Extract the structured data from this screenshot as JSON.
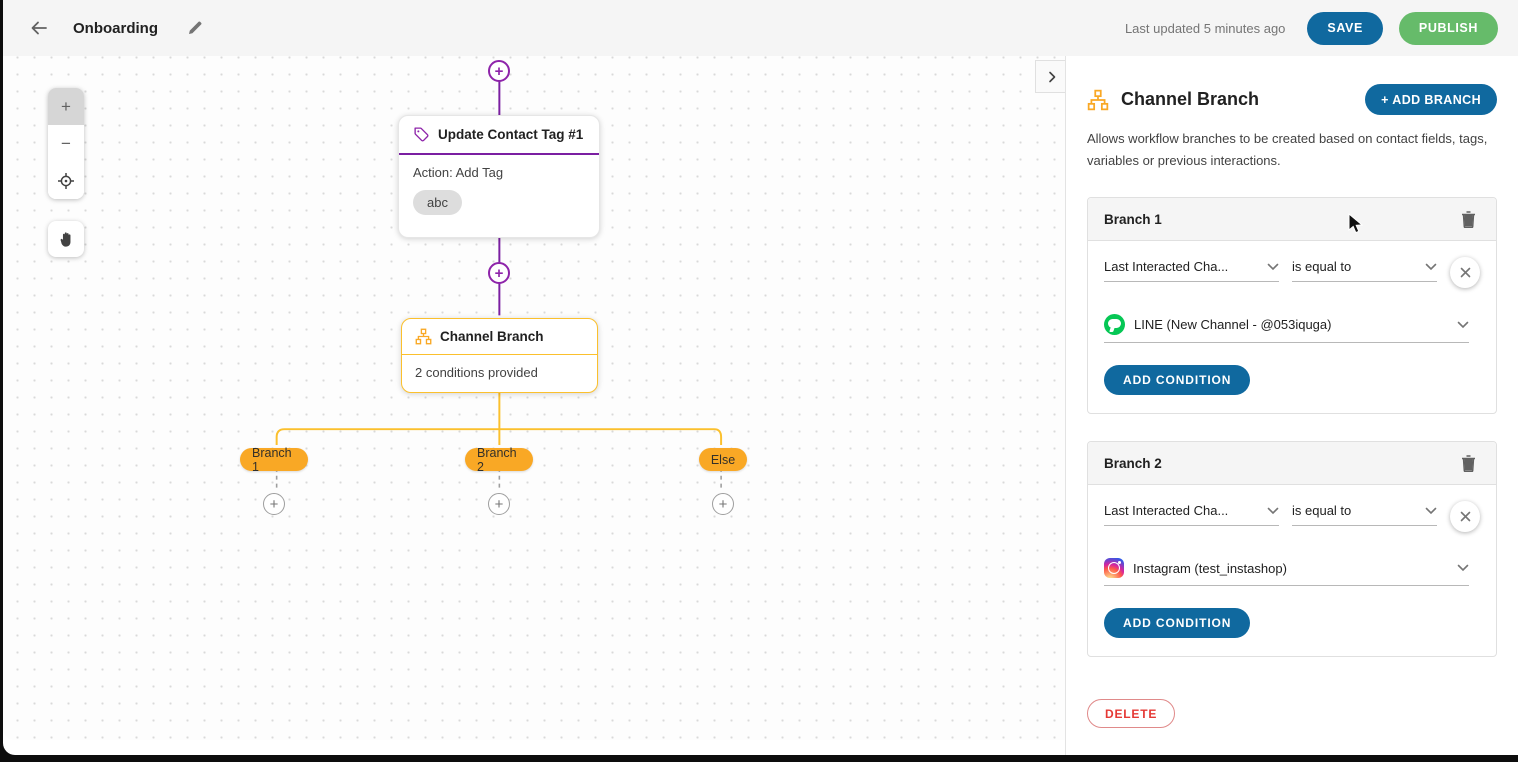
{
  "header": {
    "title": "Onboarding",
    "last_updated": "Last updated 5 minutes ago",
    "save_label": "SAVE",
    "publish_label": "PUBLISH"
  },
  "canvas": {
    "zoom_in": "+",
    "zoom_out": "−",
    "collapse_arrow": "›",
    "node1": {
      "title": "Update Contact Tag #1",
      "action": "Action: Add Tag",
      "tag": "abc"
    },
    "node2": {
      "title": "Channel Branch",
      "summary": "2 conditions provided"
    },
    "branch_pills": [
      "Branch 1",
      "Branch 2",
      "Else"
    ],
    "icons": [
      "plus-circle-icon",
      "tag-icon",
      "branch-icon",
      "zoom-in-icon",
      "zoom-out-icon",
      "center-target-icon",
      "hand-pan-icon"
    ]
  },
  "panel": {
    "title": "Channel Branch",
    "add_branch_label": "+ ADD BRANCH",
    "description": "Allows workflow branches to be created based on contact fields, tags, variables or previous interactions.",
    "branches": [
      {
        "name": "Branch 1",
        "field": "Last Interacted Cha...",
        "operator": "is equal to",
        "channel": "LINE (New Channel - @053iquga)",
        "channel_type": "line",
        "add_condition_label": "ADD CONDITION"
      },
      {
        "name": "Branch 2",
        "field": "Last Interacted Cha...",
        "operator": "is equal to",
        "channel": "Instagram (test_instashop)",
        "channel_type": "instagram",
        "add_condition_label": "ADD CONDITION"
      }
    ],
    "delete_label": "DELETE"
  },
  "colors": {
    "primary_blue": "#10699f",
    "publish_green": "#66bb6a",
    "node_purple": "#7b1fa2",
    "branch_amber": "#f9a825",
    "amber_border": "#fbc02d",
    "line_green": "#06c755",
    "delete_red": "#e53935",
    "topbar_gray": "#f5f5f5"
  }
}
